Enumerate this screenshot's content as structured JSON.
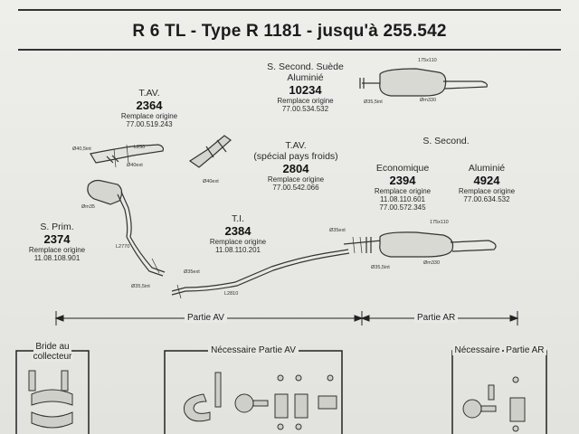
{
  "title": "R 6 TL - Type R 1181 - jusqu'à 255.542",
  "parts": {
    "tav1": {
      "name": "T.AV.",
      "number": "2364",
      "caption": "Remplace origine",
      "ref": "77.00.519.243"
    },
    "tav2": {
      "name": "T.AV.",
      "name2": "(spécial pays froids)",
      "number": "2804",
      "caption": "Remplace origine",
      "ref": "77.00.542.066"
    },
    "ssuede": {
      "name": "S. Second. Suède",
      "name2": "Aluminié",
      "number": "10234",
      "caption": "Remplace origine",
      "ref": "77.00.534.532"
    },
    "ssecond": {
      "name": "S. Second."
    },
    "eco": {
      "name": "Economique",
      "number": "2394",
      "caption": "Remplace origine",
      "ref": "11.08.110.601",
      "ref2": "77.00.572.345"
    },
    "alu": {
      "name": "Aluminié",
      "number": "4924",
      "caption": "Remplace origine",
      "ref": "77.00.634.532"
    },
    "ti": {
      "name": "T.I.",
      "number": "2384",
      "caption": "Remplace origine",
      "ref": "11.08.110.201"
    },
    "sprim": {
      "name": "S. Prim.",
      "number": "2374",
      "caption": "Remplace origine",
      "ref": "11.08.108.901"
    }
  },
  "dimensions": {
    "d405": "Ø40,5int",
    "d40ext_a": "Ø40ext",
    "l250": "L250",
    "d40ext_b": "Ø40ext",
    "dm35": "Øm35",
    "l270": "L2770",
    "d355int_a": "Ø35,5int",
    "d35ext_a": "Ø35ext",
    "l2810": "L2810",
    "d35ext_b": "Ø35ext",
    "s175x110_a": "175x110",
    "d355int_b": "Ø35,5int",
    "dm330_a": "Øm330",
    "s175x110_b": "175x110",
    "d355int_c": "Ø35,5int",
    "dm330_b": "Øm330"
  },
  "sections": {
    "av": "Partie AV",
    "ar": "Partie AR"
  },
  "kits": {
    "bride": {
      "line1": "Bride au",
      "line2": "collecteur"
    },
    "av": {
      "label": "Nécessaire Partie AV"
    },
    "ar": {
      "line1": "Nécessaire",
      "line2": "Partie AR"
    }
  }
}
